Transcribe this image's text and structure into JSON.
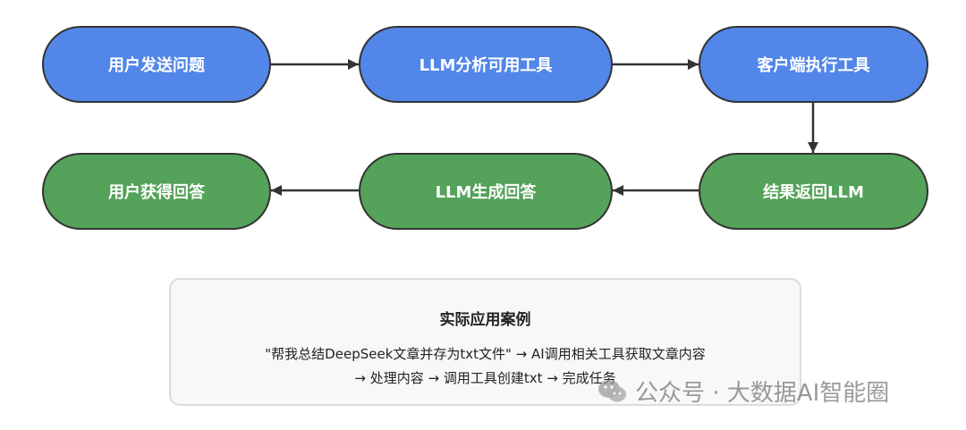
{
  "nodes": {
    "user_sends_question": "用户发送问题",
    "llm_analyze_tools": "LLM分析可用工具",
    "client_exec_tool": "客户端执行工具",
    "user_gets_answer": "用户获得回答",
    "llm_generate_answer": "LLM生成回答",
    "result_return_llm": "结果返回LLM"
  },
  "colors": {
    "blue_node": "#5286e8",
    "green_node": "#55a25a",
    "edge": "#333333"
  },
  "example": {
    "title": "实际应用案例",
    "line1": "\"帮我总结DeepSeek文章并存为txt文件\" → AI调用相关工具获取文章内容",
    "line2": "→ 处理内容 → 调用工具创建txt → 完成任务"
  },
  "watermark": {
    "icon": "wechat-icon",
    "text": "公众号 · 大数据AI智能圈"
  }
}
